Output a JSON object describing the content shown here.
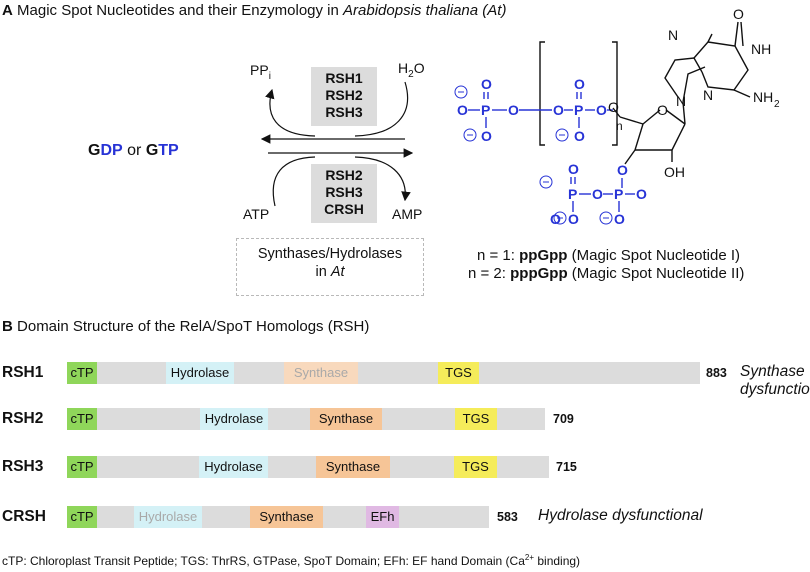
{
  "panel_a": {
    "letter": "A",
    "title_main": "Magic Spot Nucleotides and their Enzymology in ",
    "title_italic": "Arabidopsis thaliana (At)",
    "substrate": {
      "g1": "G",
      "dp": "DP",
      "or": " or ",
      "g2": "G",
      "tp": "TP"
    },
    "hydrolases": [
      "RSH1",
      "RSH2",
      "RSH3"
    ],
    "synthases": [
      "RSH2",
      "RSH3",
      "CRSH"
    ],
    "ppi": "PP",
    "ppi_sub": "i",
    "water": "H",
    "water_sub": "2",
    "water_o": "O",
    "atp": "ATP",
    "amp": "AMP",
    "box_line1": "Synthases/Hydrolases",
    "box_line2_prefix": "in ",
    "box_line2_italic": "At",
    "structure_atoms": {
      "O": "O",
      "P": "P",
      "N": "N",
      "NH": "NH",
      "NH2": "NH",
      "two": "2",
      "OH": "OH",
      "n": "n",
      "minus": "−"
    },
    "caption1_prefix": "n = 1: ",
    "caption1_bold": "ppGpp",
    "caption1_suffix": " (Magic Spot Nucleotide I)",
    "caption2_prefix": "n = 2: ",
    "caption2_bold": "pppGpp",
    "caption2_suffix": " (Magic Spot Nucleotide II)"
  },
  "panel_b": {
    "letter": "B",
    "title": "Domain Structure of the RelA/SpoT Homologs (RSH)",
    "proteins": [
      {
        "name": "RSH1",
        "length": "883",
        "note": "Synthase dysfunctional",
        "domains": {
          "ctp": "cTP",
          "hydrolase": "Hydrolase",
          "synthase": "Synthase",
          "tgs": "TGS"
        }
      },
      {
        "name": "RSH2",
        "length": "709",
        "note": "",
        "domains": {
          "ctp": "cTP",
          "hydrolase": "Hydrolase",
          "synthase": "Synthase",
          "tgs": "TGS"
        }
      },
      {
        "name": "RSH3",
        "length": "715",
        "note": "",
        "domains": {
          "ctp": "cTP",
          "hydrolase": "Hydrolase",
          "synthase": "Synthase",
          "tgs": "TGS"
        }
      },
      {
        "name": "CRSH",
        "length": "583",
        "note": "Hydrolase dysfunctional",
        "domains": {
          "ctp": "cTP",
          "hydrolase": "Hydrolase",
          "synthase": "Synthase",
          "efh": "EFh"
        }
      }
    ],
    "footnote_main": "cTP: Chloroplast Transit Peptide; TGS: ThrRS, GTPase, SpoT Domain; EFh: EF hand Domain (Ca",
    "footnote_sup": "2+",
    "footnote_end": " binding)"
  },
  "colors": {
    "bar": "#dcdcdc",
    "ctp": "#8fd65a",
    "hydrolase": "#d4f1f6",
    "synthase": "#f6c597",
    "synthase_dys": "#f8d9bd",
    "tgs": "#f5ec5a",
    "efh": "#e0b9e3",
    "phosphate_blue": "#2733d6"
  }
}
